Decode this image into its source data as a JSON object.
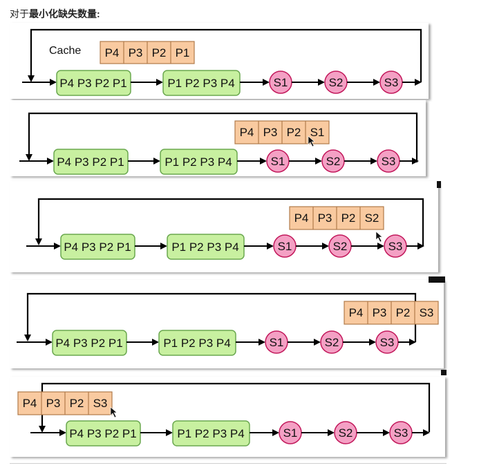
{
  "heading": {
    "prefix": "对于",
    "bold": "最小化缺失数量",
    "suffix": ":"
  },
  "cache_label": "Cache",
  "colors": {
    "sequence_fill": "#c8f0a0",
    "sequence_stroke": "#6aa84f",
    "server_fill": "#f4a0c4",
    "server_stroke": "#c2185b",
    "cache_fill": "#f9caa0",
    "cache_stroke": "#b07a4a",
    "line": "#000000"
  },
  "request_sequence": "P4 P3 P2 P1",
  "reverse_sequence": "P1 P2 P3 P4",
  "servers": [
    "S1",
    "S2",
    "S3"
  ],
  "panels": [
    {
      "cache": [
        "P4",
        "P3",
        "P2",
        "P1"
      ]
    },
    {
      "cache": [
        "P4",
        "P3",
        "P2",
        "S1"
      ]
    },
    {
      "cache": [
        "P4",
        "P3",
        "P2",
        "S2"
      ]
    },
    {
      "cache": [
        "P4",
        "P3",
        "P2",
        "S3"
      ]
    },
    {
      "cache": [
        "P4",
        "P3",
        "P2",
        "S3"
      ]
    }
  ]
}
